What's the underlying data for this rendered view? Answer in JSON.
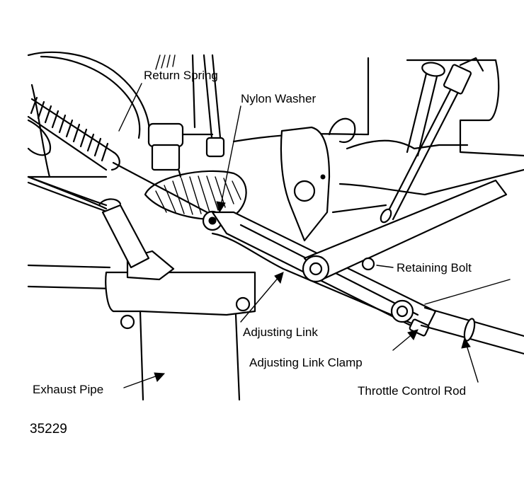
{
  "labels": {
    "return_spring": "Return Spring",
    "nylon_washer": "Nylon Washer",
    "retaining_bolt": "Retaining Bolt",
    "adjusting_link": "Adjusting Link",
    "adjusting_link_clamp": "Adjusting Link Clamp",
    "exhaust_pipe": "Exhaust Pipe",
    "throttle_control_rod": "Throttle Control Rod"
  },
  "figure_number": "35229"
}
